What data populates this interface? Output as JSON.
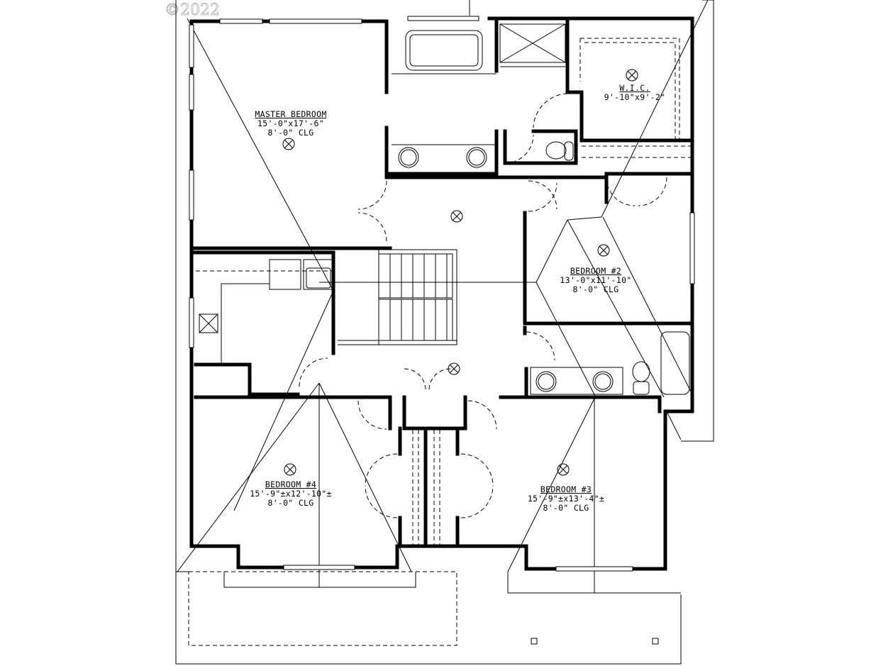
{
  "watermark": "©2022",
  "rooms": {
    "master": {
      "name": "MASTER BEDROOM",
      "dim": "15'-0\"x17'-6\"",
      "clg": "8'-0\" CLG"
    },
    "wic": {
      "name": "W.I.C.",
      "dim": "9'-10\"x9'-2\""
    },
    "bed2": {
      "name": "BEDROOM #2",
      "dim": "13'-0\"x11'-10\"",
      "clg": "8'-0\" CLG"
    },
    "bed3": {
      "name": "BEDROOM #3",
      "dim": "15'-9\"±x13'-4\"±",
      "clg": "8'-0\" CLG"
    },
    "bed4": {
      "name": "BEDROOM #4",
      "dim": "15'-9\"±x12'-10\"±",
      "clg": "8'-0\" CLG"
    }
  },
  "colors": {
    "wall": "#000000",
    "background": "#ffffff"
  }
}
